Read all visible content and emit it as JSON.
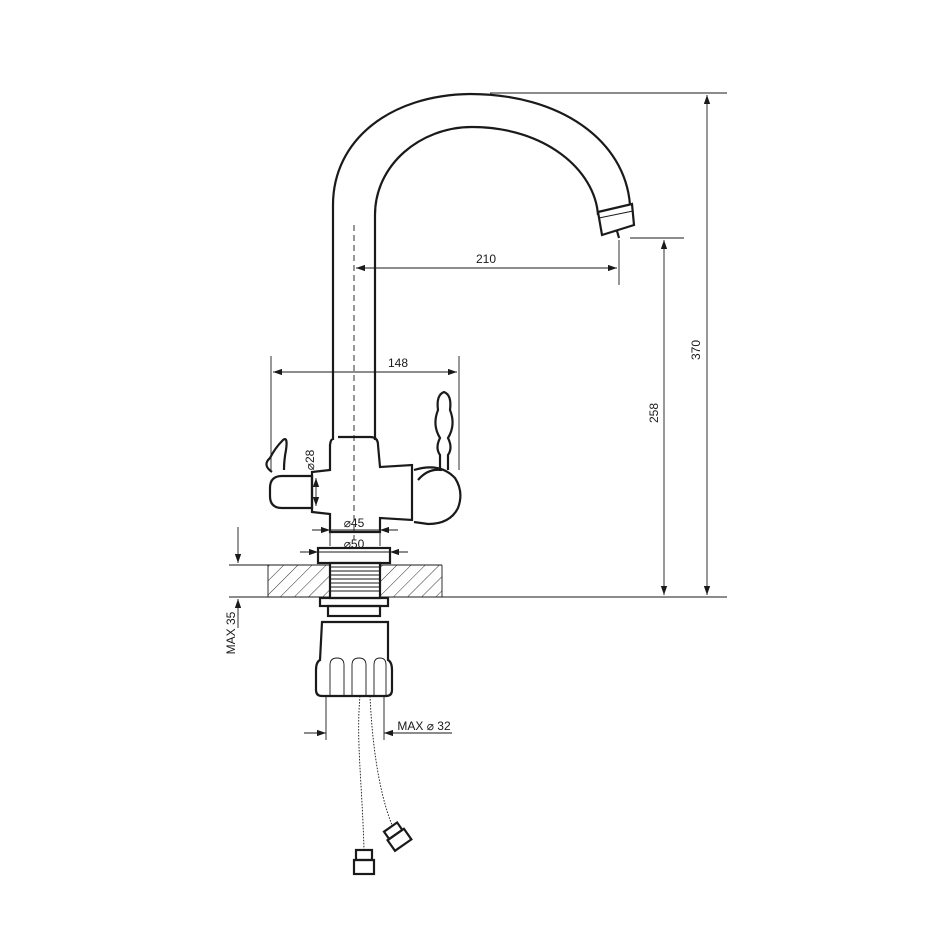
{
  "dimensions": {
    "reach": "210",
    "total_height": "370",
    "spout_height": "258",
    "handle_span": "148",
    "handle_diameter": "⌀28",
    "body_diameter": "⌀45",
    "base_diameter": "⌀50",
    "max_deck_thickness": "MAX 35",
    "max_hole_diameter": "MAX ⌀ 32"
  },
  "colors": {
    "line": "#1a1a1a",
    "background": "#ffffff"
  }
}
